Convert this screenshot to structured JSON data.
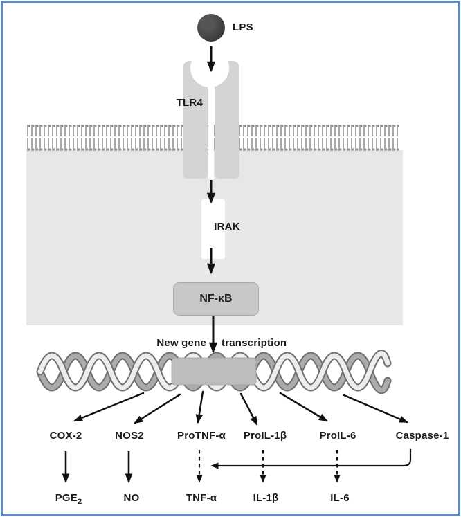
{
  "colors": {
    "frame_border": "#5b8cce",
    "cytoplasm": "#e7e7e7",
    "membrane": "#a8a8a8",
    "receptor": "#d4d4d4",
    "nfkb_box": "#c8c8c8",
    "gene_box": "#bdbdbd",
    "lps_ball": "#3b3b3b",
    "arrow": "#111111"
  },
  "pathway": {
    "ligand": {
      "label": "LPS"
    },
    "receptor": {
      "label": "TLR4"
    },
    "kinase": {
      "label": "IRAK"
    },
    "transcription_factor": {
      "label": "NF-κB"
    },
    "transcription_caption": {
      "left": "New gene",
      "right": "transcription"
    },
    "products": [
      {
        "label": "COX-2"
      },
      {
        "label": "NOS2"
      },
      {
        "label": "ProTNF-α"
      },
      {
        "label": "ProIL-1β"
      },
      {
        "label": "ProIL-6"
      },
      {
        "label": "Caspase-1"
      }
    ],
    "mediators": [
      {
        "label": "PGE",
        "sub": "2"
      },
      {
        "label": "NO",
        "sub": ""
      },
      {
        "label": "TNF-α",
        "sub": ""
      },
      {
        "label": "IL-1β",
        "sub": ""
      },
      {
        "label": "IL-6",
        "sub": ""
      }
    ]
  }
}
